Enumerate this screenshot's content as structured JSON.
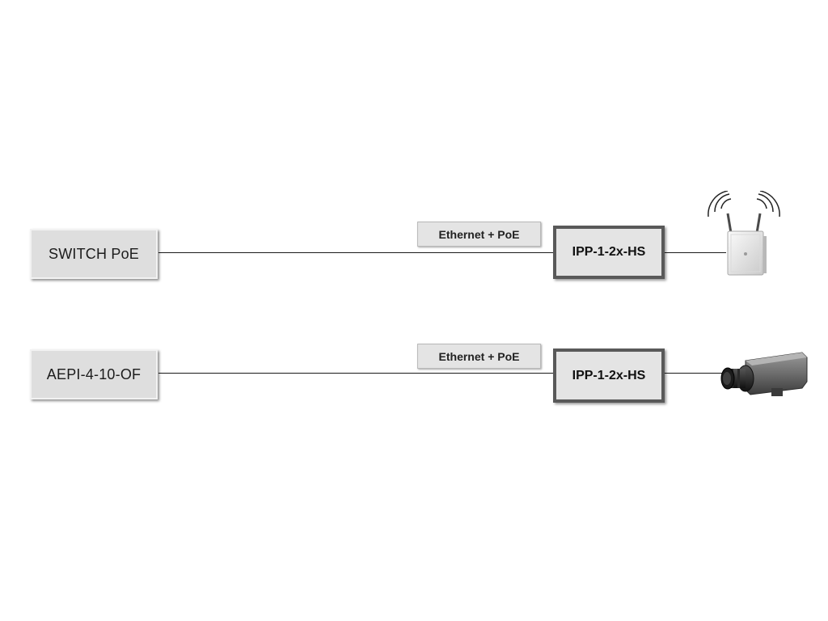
{
  "rows": [
    {
      "source": "SWITCH PoE",
      "link_label": "Ethernet + PoE",
      "device": "IPP-1-2x-HS",
      "endpoint_icon": "wireless-access-point-icon"
    },
    {
      "source": "AEPI-4-10-OF",
      "link_label": "Ethernet + PoE",
      "device": "IPP-1-2x-HS",
      "endpoint_icon": "security-camera-icon"
    }
  ],
  "colors": {
    "background": "#ffffff",
    "box_fill": "#dedede",
    "device_border": "#595959",
    "line": "#1a1a1a"
  }
}
